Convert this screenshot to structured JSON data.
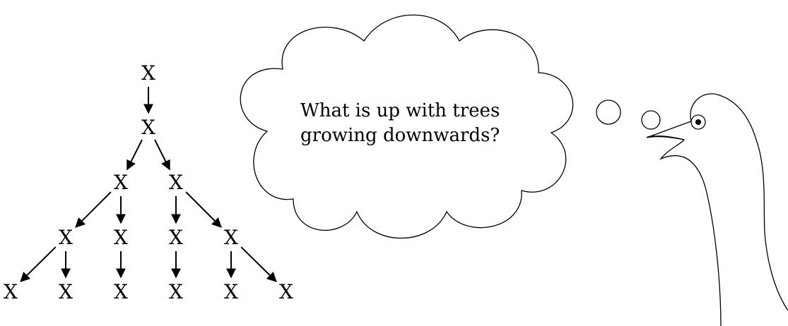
{
  "tree": {
    "node_label": "X",
    "levels": [
      1,
      1,
      2,
      4,
      6
    ],
    "edges": [
      [
        [
          0,
          0
        ],
        [
          1,
          0
        ]
      ],
      [
        [
          1,
          0
        ],
        [
          2,
          0
        ]
      ],
      [
        [
          1,
          0
        ],
        [
          2,
          1
        ]
      ],
      [
        [
          2,
          0
        ],
        [
          3,
          0
        ]
      ],
      [
        [
          2,
          0
        ],
        [
          3,
          1
        ]
      ],
      [
        [
          2,
          1
        ],
        [
          3,
          2
        ]
      ],
      [
        [
          2,
          1
        ],
        [
          3,
          3
        ]
      ],
      [
        [
          3,
          0
        ],
        [
          4,
          0
        ]
      ],
      [
        [
          3,
          0
        ],
        [
          4,
          1
        ]
      ],
      [
        [
          3,
          1
        ],
        [
          4,
          2
        ]
      ],
      [
        [
          3,
          2
        ],
        [
          4,
          3
        ]
      ],
      [
        [
          3,
          3
        ],
        [
          4,
          4
        ]
      ],
      [
        [
          3,
          3
        ],
        [
          4,
          5
        ]
      ]
    ]
  },
  "thought_bubble": {
    "line1": "What is up with trees",
    "line2": "growing downwards?"
  },
  "colors": {
    "ink": "#000000",
    "background": "#ffffff"
  }
}
